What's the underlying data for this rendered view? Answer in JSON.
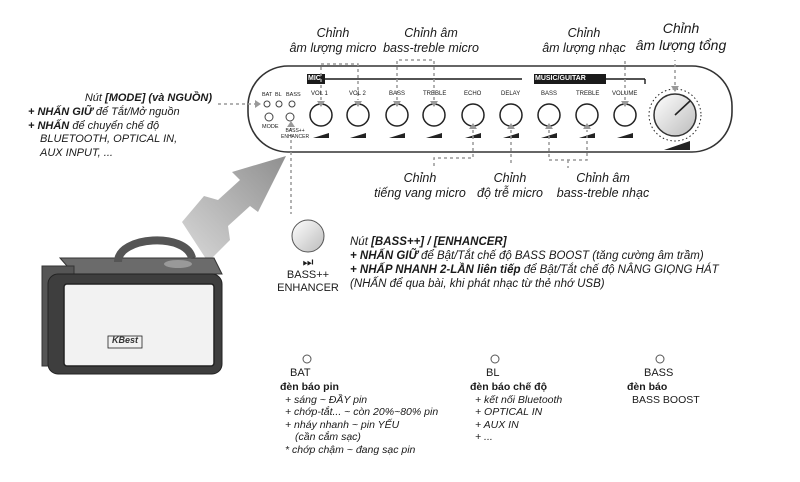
{
  "callouts": {
    "mic_volume": [
      "Chỉnh",
      "âm lượng micro"
    ],
    "mic_bass_treble": [
      "Chỉnh âm",
      "bass-treble micro"
    ],
    "music_volume": [
      "Chỉnh",
      "âm lượng nhạc"
    ],
    "master_volume": [
      "Chỉnh",
      "âm lượng tổng"
    ],
    "echo": [
      "Chỉnh",
      "tiếng vang micro"
    ],
    "delay": [
      "Chỉnh",
      "độ trễ micro"
    ],
    "music_bass_treble": [
      "Chỉnh âm",
      "bass-treble nhạc"
    ]
  },
  "panel": {
    "mic_header": "MIC",
    "music_header": "MUSIC/GUITAR",
    "led_labels": [
      "BAT",
      "BL",
      "BASS"
    ],
    "mode_label": "MODE",
    "enhancer_label": "BASS++\nENHANCER",
    "knobs": [
      "VOL 1",
      "VOL 2",
      "BASS",
      "TREBLE",
      "ECHO",
      "DELAY",
      "BASS",
      "TREBLE",
      "VOLUME"
    ]
  },
  "mode_note": {
    "line1_pre": "Nút ",
    "line1_bold": "[MODE] (và NGUỒN)",
    "line2_bold": "+ NHẤN GIỮ",
    "line2_rest": " để Tắt/Mở nguồn",
    "line3_bold": "+ NHẤN",
    "line3_rest": " để chuyển chế độ",
    "line4": "BLUETOOTH, OPTICAL IN,",
    "line5": "AUX INPUT, ..."
  },
  "bass_button": {
    "play_symbol": "⏭",
    "label1": "BASS++",
    "label2": "ENHANCER"
  },
  "bass_note": {
    "line1_pre": "Nút ",
    "line1_bold": "[BASS++] / [ENHANCER]",
    "line2_bold": "+ NHẤN GIỮ",
    "line2_rest": " để Bật/Tắt chế độ BASS BOOST (tăng cường âm trầm)",
    "line3_bold": "+ NHẤP NHANH 2-LẦN liên tiếp",
    "line3_rest": " để Bật/Tắt chế độ NÂNG GIỌNG HÁT",
    "line4": "(NHẤN để qua bài, khi phát nhạc từ thẻ nhớ USB)"
  },
  "speaker": {
    "logo": "KBest"
  },
  "indicators": {
    "bat": {
      "label": "BAT",
      "title": "đèn báo pin",
      "items": [
        "+ sáng ~ ĐẦY pin",
        "+ chớp-tắt... ~ còn 20%~80% pin",
        "+ nháy nhanh ~ pin YẾU",
        "(cần cắm sạc)",
        "* chớp chậm ~ đang sạc pin"
      ]
    },
    "bl": {
      "label": "BL",
      "title": "đèn báo chế độ",
      "items": [
        "+ kết nối Bluetooth",
        "+ OPTICAL IN",
        "+ AUX IN",
        "+ ..."
      ]
    },
    "bass": {
      "label": "BASS",
      "title": "đèn báo",
      "items": [
        "BASS BOOST"
      ]
    }
  }
}
